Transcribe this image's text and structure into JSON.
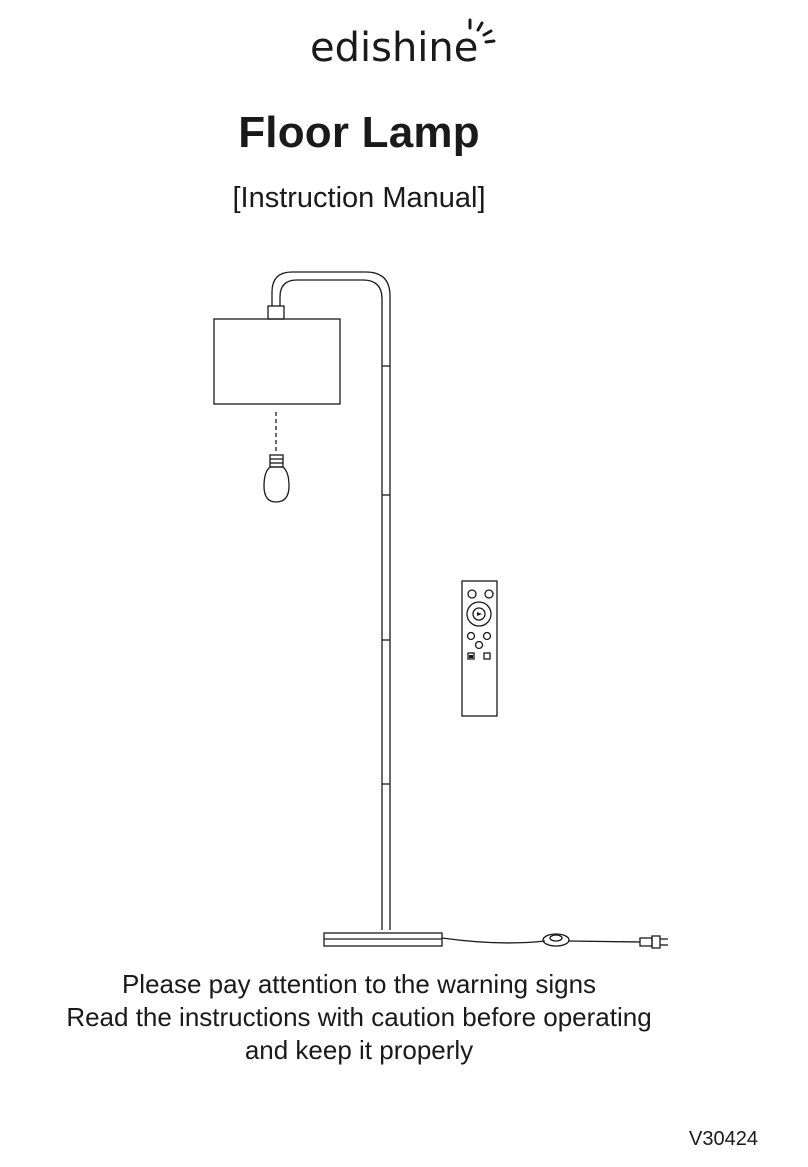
{
  "brand": {
    "name": "edishine"
  },
  "document": {
    "title": "Floor Lamp",
    "subtitle": "[Instruction Manual]"
  },
  "illustration": {
    "icons": [
      "floor-lamp-icon",
      "light-bulb-icon",
      "remote-control-icon",
      "foot-switch-icon",
      "plug-icon"
    ]
  },
  "notice": {
    "line1": "Please pay attention to the warning signs",
    "line2": "Read the instructions with caution before operating",
    "line3": "and keep it properly"
  },
  "footer": {
    "version": "V30424"
  }
}
